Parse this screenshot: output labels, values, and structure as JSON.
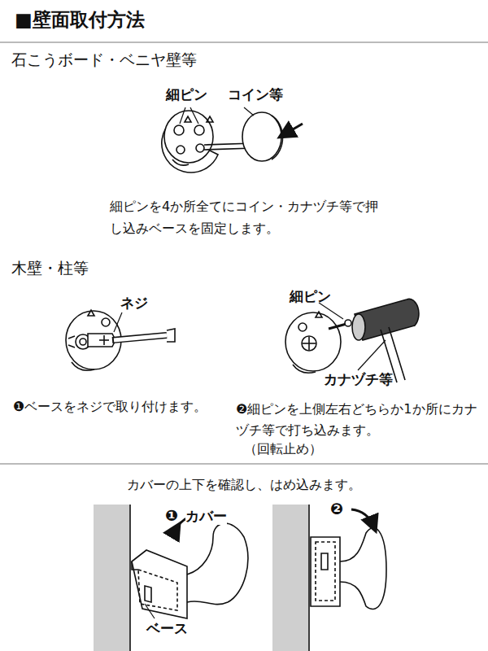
{
  "diagram": {
    "title": "■壁面取付方法",
    "labels": [
      "石こうボード・ベニヤ壁等",
      "細ピン",
      "コイン等",
      "細ピンを4か所全てにコイン・カナヅチ等で押し込みベースを固定します。",
      "木壁・柱等",
      "ネジ",
      "細ピン",
      "カナヅチ等",
      "❶ベースをネジで取り付けます。",
      "❷細ピンを上側左右どちらか1か所にカナヅチ等で打ち込みます。",
      "（回転止め）",
      "カバーの上下を確認し、はめ込みます。",
      "❶",
      "カバー",
      "ベース",
      "❷"
    ]
  }
}
